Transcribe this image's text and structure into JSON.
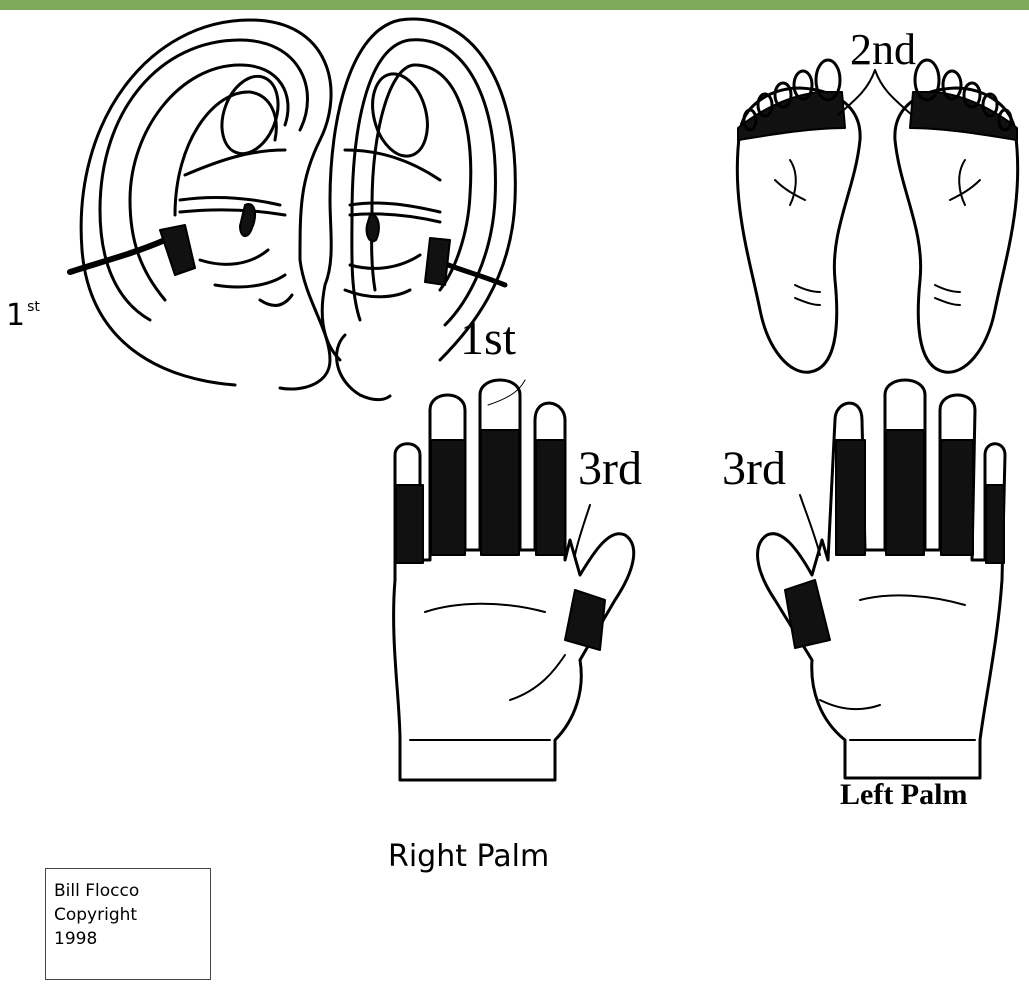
{
  "labels": {
    "first_left": "1",
    "first_left_sup": "st",
    "first_ear": "1st",
    "second_feet": "2nd",
    "third_right": "3rd",
    "third_left": "3rd",
    "left_palm": "Left Palm",
    "right_palm": "Right Palm"
  },
  "copyright": {
    "line1": "Bill Flocco",
    "line2": "Copyright",
    "line3": "1998"
  },
  "colors": {
    "top_bar": "#7ea95a",
    "ink": "#000000",
    "fill_shade": "#111111"
  }
}
